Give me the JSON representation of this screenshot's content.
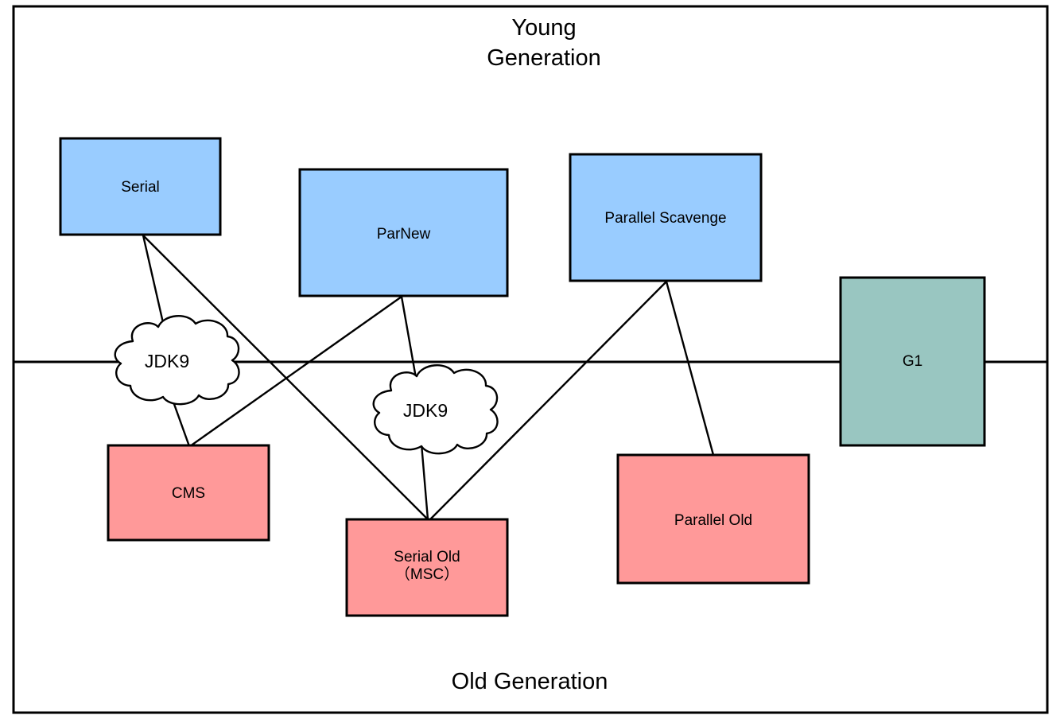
{
  "diagram": {
    "title_top": "Young\nGeneration",
    "title_bottom": "Old Generation",
    "frame_color": "#000000",
    "background": "#ffffff",
    "divider_label": "generation-divider"
  },
  "colors": {
    "young_collector_fill": "#99ccff",
    "old_collector_fill": "#ff9999",
    "unified_collector_fill": "#99c6c1",
    "cloud_fill": "#ffffff",
    "stroke": "#000000",
    "text": "#000000"
  },
  "nodes": {
    "serial": {
      "label": "Serial",
      "region": "young",
      "fill": "#99ccff"
    },
    "parnew": {
      "label": "ParNew",
      "region": "young",
      "fill": "#99ccff"
    },
    "parallel_scavenge": {
      "label": "Parallel Scavenge",
      "region": "young",
      "fill": "#99ccff"
    },
    "g1": {
      "label": "G1",
      "region": "both",
      "fill": "#99c6c1"
    },
    "cms": {
      "label": "CMS",
      "region": "old",
      "fill": "#ff9999"
    },
    "serial_old": {
      "label": "Serial Old\n（MSC）",
      "region": "old",
      "fill": "#ff9999"
    },
    "parallel_old": {
      "label": "Parallel Old",
      "region": "old",
      "fill": "#ff9999"
    }
  },
  "clouds": {
    "cloud_left": {
      "label": "JDK9"
    },
    "cloud_right": {
      "label": "JDK9"
    }
  },
  "edges": [
    {
      "from": "serial",
      "to": "cloud_left"
    },
    {
      "from": "cloud_left",
      "to": "cms"
    },
    {
      "from": "serial",
      "to": "serial_old"
    },
    {
      "from": "parnew",
      "to": "cloud_right"
    },
    {
      "from": "cloud_right",
      "to": "serial_old"
    },
    {
      "from": "parnew",
      "to": "cms"
    },
    {
      "from": "parallel_scavenge",
      "to": "serial_old"
    },
    {
      "from": "parallel_scavenge",
      "to": "parallel_old"
    }
  ]
}
